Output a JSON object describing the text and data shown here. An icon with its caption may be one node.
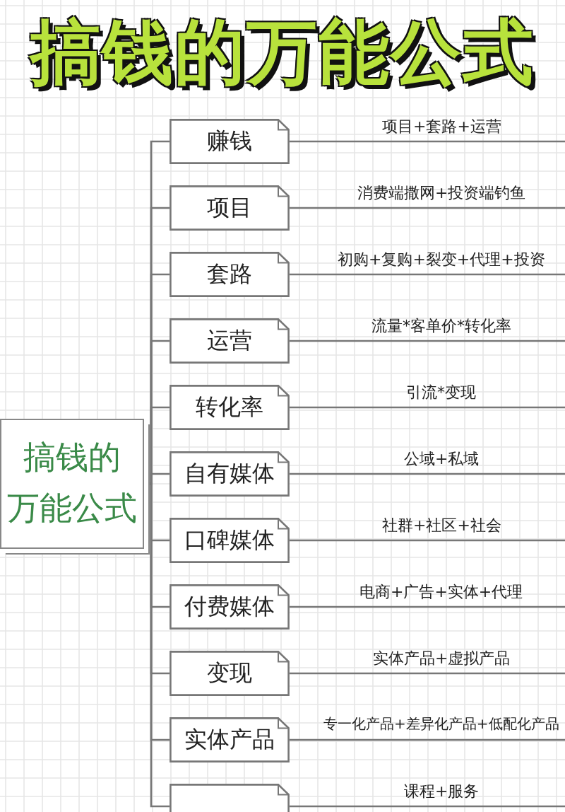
{
  "diagram": {
    "title": "搞钱的万能公式",
    "nodes": [
      {
        "text": [
          "搞钱的",
          "万能公式"
        ]
      },
      {
        "text": [
          "赚钱"
        ]
      },
      {
        "text": [
          "项目"
        ]
      },
      {
        "text": [
          "套路"
        ]
      },
      {
        "text": [
          "运营"
        ]
      },
      {
        "text": [
          "转化率"
        ]
      },
      {
        "text": [
          "自有媒体"
        ]
      },
      {
        "text": [
          "口碑媒体"
        ]
      },
      {
        "text": [
          "付费媒体"
        ]
      },
      {
        "text": [
          "变现"
        ]
      },
      {
        "text": [
          "实体产品"
        ]
      },
      {
        "text": [],
        "shape": "box"
      }
    ],
    "edges": [
      {
        "from": 0,
        "to": 1,
        "arrow": "none"
      },
      {
        "from": 0,
        "to": 2,
        "arrow": "none"
      },
      {
        "from": 0,
        "to": 3,
        "arrow": "none"
      },
      {
        "from": 0,
        "to": 4,
        "arrow": "none"
      },
      {
        "from": 0,
        "to": 5,
        "arrow": "none"
      },
      {
        "from": 0,
        "to": 6,
        "arrow": "none"
      },
      {
        "from": 0,
        "to": 7,
        "arrow": "none"
      },
      {
        "from": 0,
        "to": 8,
        "arrow": "none"
      },
      {
        "from": 0,
        "to": 9,
        "arrow": "none"
      },
      {
        "from": 0,
        "to": 10,
        "arrow": "none"
      },
      {
        "from": 0,
        "to": 11,
        "arrow": "none"
      },
      {
        "from": 1,
        "to": null,
        "arrow": "none",
        "label": "项目+套路+运营"
      },
      {
        "from": 2,
        "to": null,
        "arrow": "none",
        "label": "消费端撒网+投资端钓鱼"
      },
      {
        "from": 3,
        "to": null,
        "arrow": "none",
        "label": "初购+复购+裂变+代理+投资"
      },
      {
        "from": 4,
        "to": null,
        "arrow": "none",
        "label": "流量*客单价*转化率"
      },
      {
        "from": 5,
        "to": null,
        "arrow": "none",
        "label": "引流*变现"
      },
      {
        "from": 6,
        "to": null,
        "arrow": "none",
        "label": "公域+私域"
      },
      {
        "from": 7,
        "to": null,
        "arrow": "none",
        "label": "社群+社区+社会"
      },
      {
        "from": 8,
        "to": null,
        "arrow": "none",
        "label": "电商+广告+实体+代理"
      },
      {
        "from": 9,
        "to": null,
        "arrow": "none",
        "label": "实体产品+虚拟产品"
      },
      {
        "from": 10,
        "to": null,
        "arrow": "none",
        "label": "专一化产品+差异化产品+低配化产品"
      },
      {
        "from": 11,
        "to": null,
        "arrow": "none",
        "label": "课程+服务"
      }
    ]
  }
}
